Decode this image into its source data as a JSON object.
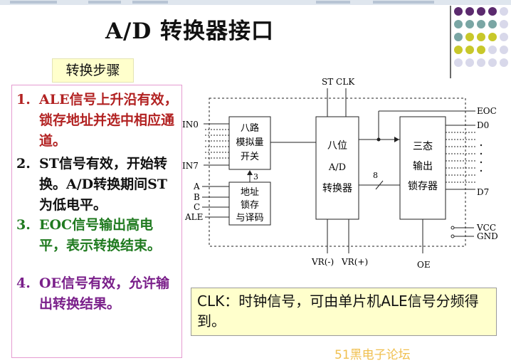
{
  "title": "A/D 转换器接口",
  "steps_label": "转换步骤",
  "steps": [
    {
      "num": "1.",
      "text": "ALE信号上升沿有效，锁存地址并选中相应通道。",
      "color": "#b22222"
    },
    {
      "num": "2.",
      "text": "ST信号有效，开始转换。A/D转换期间ST为低电平。",
      "color": "#111111"
    },
    {
      "num": "3.",
      "text": "EOC信号输出高电平，表示转换结束。",
      "color": "#1f7a1f"
    },
    {
      "num": "4.",
      "text": "OE信号有效，允许输出转换结果。",
      "color": "#7a1f8a"
    }
  ],
  "diagram": {
    "top_label": "ST CLK",
    "mux_label": [
      "八路",
      "模拟量",
      "开关"
    ],
    "latch_label": [
      "地址",
      "锁存",
      "与译码"
    ],
    "adc_label": [
      "八位",
      "A/D",
      "转换器"
    ],
    "tristate_label": [
      "三态",
      "输出",
      "锁存器"
    ],
    "bus_count": "3",
    "data_bus": "8",
    "in0": "IN0",
    "in7": "IN7",
    "addr": [
      "A",
      "B",
      "C",
      "ALE"
    ],
    "outputs": [
      "EOC",
      "D0",
      "D7"
    ],
    "power": [
      "VCC",
      "GND"
    ],
    "bottom": [
      "VR(-)",
      "VR(+)",
      "OE"
    ]
  },
  "clk_note": "CLK：时钟信号，可由单片机ALE信号分频得到。",
  "watermark": "51黑电子论坛",
  "colors": {
    "dot_purple": "#5b2a6e",
    "dot_teal": "#7aa6a4",
    "dot_yellow": "#c8c82a",
    "dot_light": "#d8d8ea"
  }
}
